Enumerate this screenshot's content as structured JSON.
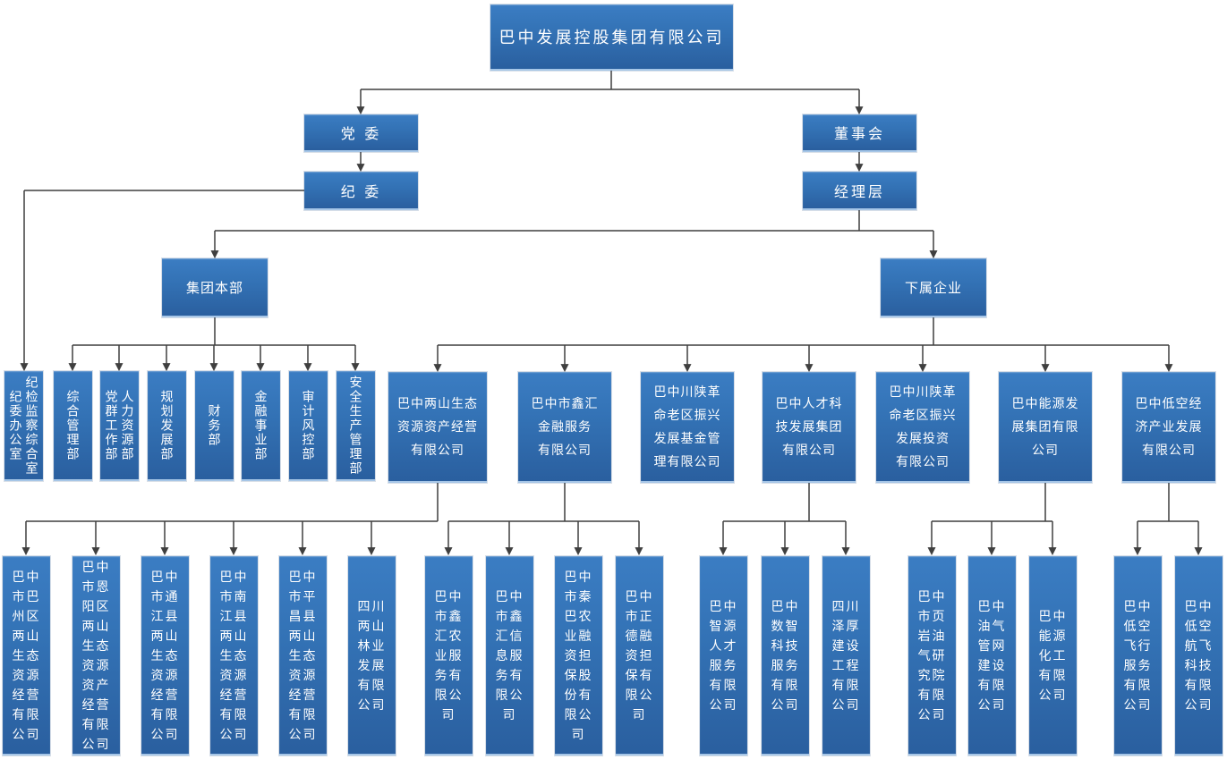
{
  "colors": {
    "node_gradient_top": "#3b7dc3",
    "node_gradient_bottom": "#2a5f9f",
    "node_edge_highlight": "#a6c6e7",
    "connector": "#3f3f3f",
    "text": "#ffffff",
    "background": "#ffffff"
  },
  "root": {
    "name": "巴中发展控股集团有限公司",
    "label": "巴中发展控股集团有限公司"
  },
  "governance": {
    "party_committee": {
      "name": "党委",
      "label": "党 委"
    },
    "discipline_committee": {
      "name": "纪委",
      "label": "纪 委"
    },
    "board": {
      "name": "董事会",
      "label": "董事会"
    },
    "management": {
      "name": "经理层",
      "label": "经理层"
    }
  },
  "branches": {
    "headquarters": {
      "name": "集团本部",
      "label": "集团本部"
    },
    "subsidiary_enterprises": {
      "name": "下属企业",
      "label": "下属企业"
    }
  },
  "departments": [
    {
      "name": "纪检监察综合室 纪委办公室",
      "label": "纪检监察综合室\n纪委办公室"
    },
    {
      "name": "综合管理部",
      "label": "综合管理部"
    },
    {
      "name": "人力资源部 党群工作部",
      "label": "人力资源部\n党群工作部"
    },
    {
      "name": "规划发展部",
      "label": "规划发展部"
    },
    {
      "name": "财务部",
      "label": "财务部"
    },
    {
      "name": "金融事业部",
      "label": "金融事业部"
    },
    {
      "name": "审计风控部",
      "label": "审计风控部"
    },
    {
      "name": "安全生产管理部",
      "label": "安全生产管理部"
    }
  ],
  "companies": [
    {
      "name": "巴中两山生态资源资产经营有限公司",
      "label": "巴中两山生态\n资源资产经营\n有限公司",
      "children": [
        {
          "name": "巴中市巴州区两山生态资源经营有限公司",
          "label": "巴中\n市巴\n州区\n两山\n生态\n资源\n经营\n有限\n公司"
        },
        {
          "name": "巴中市恩阳区两山生态资源资产经营有限公司",
          "label": "巴中\n市恩\n阳区\n两山\n生态\n资源\n资产\n经营\n有限\n公司"
        },
        {
          "name": "巴中市通江县两山生态资源经营有限公司",
          "label": "巴中\n市通\n江县\n两山\n生态\n资源\n经营\n有限\n公司"
        },
        {
          "name": "巴中市南江县两山生态资源经营有限公司",
          "label": "巴中\n市南\n江县\n两山\n生态\n资源\n经营\n有限\n公司"
        },
        {
          "name": "巴中市平昌县两山生态资源经营有限公司",
          "label": "巴中\n市平\n昌县\n两山\n生态\n资源\n经营\n有限\n公司"
        },
        {
          "name": "四川两山林业发展有限公司",
          "label": "四川\n两山\n林业\n发展\n有限\n公司"
        }
      ]
    },
    {
      "name": "巴中市鑫汇金融服务有限公司",
      "label": "巴中市鑫汇\n金融服务\n有限公司",
      "children": [
        {
          "name": "巴中市鑫汇农业服务有限公司",
          "label": "巴中\n市鑫\n汇农\n业服\n务有\n限公\n司"
        },
        {
          "name": "巴中市鑫汇信息服务有限公司",
          "label": "巴中\n市鑫\n汇信\n息服\n务有\n限公\n司"
        },
        {
          "name": "巴中市秦巴农业融资担保股份有限公司",
          "label": "巴中\n市秦\n巴农\n业融\n资担\n保股\n份有\n限公\n司"
        },
        {
          "name": "巴中市正德融资担保有限公司",
          "label": "巴中\n市正\n德融\n资担\n保有\n限公\n司"
        }
      ]
    },
    {
      "name": "巴中川陕革命老区振兴发展基金管理有限公司",
      "label": "巴中川陕革\n命老区振兴\n发展基金管\n理有限公司",
      "children": []
    },
    {
      "name": "巴中人才科技发展集团有限公司",
      "label": "巴中人才科\n技发展集团\n有限公司",
      "children": [
        {
          "name": "巴中智源人才服务有限公司",
          "label": "巴中\n智源\n人才\n服务\n有限\n公司"
        },
        {
          "name": "巴中数智科技服务有限公司",
          "label": "巴中\n数智\n科技\n服务\n有限\n公司"
        },
        {
          "name": "四川泽厚建设工程有限公司",
          "label": "四川\n泽厚\n建设\n工程\n有限\n公司"
        }
      ]
    },
    {
      "name": "巴中川陕革命老区振兴发展投资有限公司",
      "label": "巴中川陕革\n命老区振兴\n发展投资\n有限公司",
      "children": []
    },
    {
      "name": "巴中能源发展集团有限公司",
      "label": "巴中能源发\n展集团有限\n公司",
      "children": [
        {
          "name": "巴中市页岩油气研究院有限公司",
          "label": "巴中\n市页\n岩油\n气研\n究院\n有限\n公司"
        },
        {
          "name": "巴中油气管网建设有限公司",
          "label": "巴中\n油气\n管网\n建设\n有限\n公司"
        },
        {
          "name": "巴中能源化工有限公司",
          "label": "巴中\n能源\n化工\n有限\n公司"
        }
      ]
    },
    {
      "name": "巴中低空经济产业发展有限公司",
      "label": "巴中低空经\n济产业发展\n有限公司",
      "children": [
        {
          "name": "巴中低空飞行服务有限公司",
          "label": "巴中\n低空\n飞行\n服务\n有限\n公司"
        },
        {
          "name": "巴中低空航飞科技有限公司",
          "label": "巴中\n低空\n航飞\n科技\n有限\n公司"
        }
      ]
    }
  ]
}
